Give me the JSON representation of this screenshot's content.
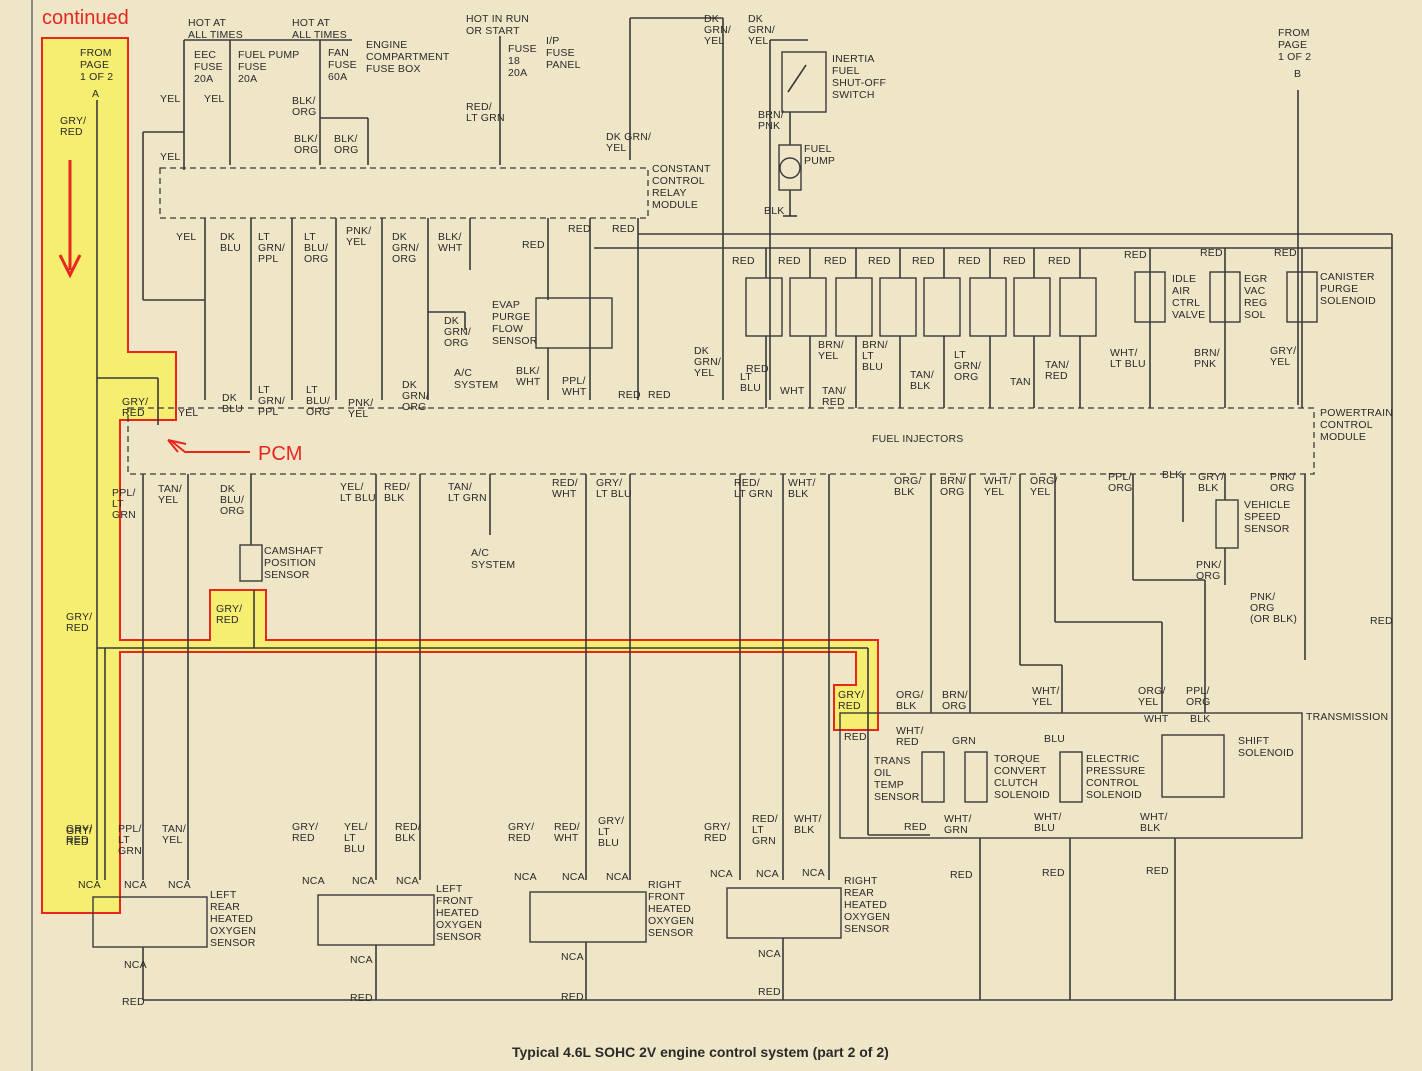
{
  "annotation": {
    "continued": "continued",
    "pcm": "PCM"
  },
  "caption": "Typical 4.6L SOHC 2V engine control system (part 2 of 2)",
  "fuse_top": {
    "hot_all_times_1": [
      "HOT AT",
      "ALL TIMES"
    ],
    "hot_all_times_2": [
      "HOT AT",
      "ALL TIMES"
    ],
    "hot_in_run": [
      "HOT IN RUN",
      "OR START"
    ],
    "eec_fuse": [
      "EEC",
      "FUSE",
      "20A"
    ],
    "fuel_pump_fuse": [
      "FUEL PUMP",
      "FUSE",
      "20A"
    ],
    "fan_fuse": [
      "FAN",
      "FUSE",
      "60A"
    ],
    "engine_box": [
      "ENGINE",
      "COMPARTMENT",
      "FUSE BOX"
    ],
    "fuse18": [
      "FUSE",
      "18",
      "20A"
    ],
    "ip_panel": [
      "I/P",
      "FUSE",
      "PANEL"
    ]
  },
  "components": {
    "from_page_a": [
      "FROM",
      "PAGE",
      "1 OF 2"
    ],
    "from_page_b": [
      "FROM",
      "PAGE",
      "1 OF 2"
    ],
    "conn_a": "A",
    "conn_b": "B",
    "inertia": [
      "INERTIA",
      "FUEL",
      "SHUT-OFF",
      "SWITCH"
    ],
    "fuel_pump": [
      "FUEL",
      "PUMP"
    ],
    "ccrm": [
      "CONSTANT",
      "CONTROL",
      "RELAY",
      "MODULE"
    ],
    "evap": [
      "EVAP",
      "PURGE",
      "FLOW",
      "SENSOR"
    ],
    "ac1": [
      "A/C",
      "SYSTEM"
    ],
    "ac2": [
      "A/C",
      "SYSTEM"
    ],
    "idle_air": [
      "IDLE",
      "AIR",
      "CTRL",
      "VALVE"
    ],
    "egr": [
      "EGR",
      "VAC",
      "REG",
      "SOL"
    ],
    "canister": [
      "CANISTER",
      "PURGE",
      "SOLENOID"
    ],
    "pcm": [
      "POWERTRAIN",
      "CONTROL",
      "MODULE"
    ],
    "fuel_injectors": "FUEL INJECTORS",
    "camshaft": [
      "CAMSHAFT",
      "POSITION",
      "SENSOR"
    ],
    "vss": [
      "VEHICLE",
      "SPEED",
      "SENSOR"
    ],
    "transmission": "TRANSMISSION",
    "trans_oil": [
      "TRANS",
      "OIL",
      "TEMP",
      "SENSOR"
    ],
    "tcc": [
      "TORQUE",
      "CONVERT",
      "CLUTCH",
      "SOLENOID"
    ],
    "epc": [
      "ELECTRIC",
      "PRESSURE",
      "CONTROL",
      "SOLENOID"
    ],
    "shift": [
      "SHIFT",
      "SOLENOID"
    ],
    "lr_o2": [
      "LEFT",
      "REAR",
      "HEATED",
      "OXYGEN",
      "SENSOR"
    ],
    "lf_o2": [
      "LEFT",
      "FRONT",
      "HEATED",
      "OXYGEN",
      "SENSOR"
    ],
    "rf_o2": [
      "RIGHT",
      "FRONT",
      "HEATED",
      "OXYGEN",
      "SENSOR"
    ],
    "rr_o2": [
      "RIGHT",
      "REAR",
      "HEATED",
      "OXYGEN",
      "SENSOR"
    ]
  },
  "wires": [
    [
      "YEL"
    ],
    [
      "YEL"
    ],
    [
      "BLK/",
      "ORG"
    ],
    [
      "BLK/",
      "ORG"
    ],
    [
      "BLK/",
      "ORG"
    ],
    [
      "YEL"
    ],
    [
      "RED/",
      "LT GRN"
    ],
    [
      "DK GRN/",
      "YEL"
    ],
    [
      "DK",
      "GRN/",
      "YEL"
    ],
    [
      "DK",
      "GRN/",
      "YEL"
    ],
    [
      "BRN/",
      "PNK"
    ],
    [
      "BLK"
    ],
    [
      "GRY/",
      "RED"
    ],
    [
      "YEL"
    ],
    [
      "DK",
      "BLU"
    ],
    [
      "LT",
      "GRN/",
      "PPL"
    ],
    [
      "LT",
      "BLU/",
      "ORG"
    ],
    [
      "PNK/",
      "YEL"
    ],
    [
      "DK",
      "GRN/",
      "ORG"
    ],
    [
      "BLK/",
      "WHT"
    ],
    [
      "RED"
    ],
    [
      "RED"
    ],
    [
      "RED"
    ],
    [
      "RED"
    ],
    [
      "DK",
      "GRN/",
      "ORG"
    ],
    [
      "BLK/",
      "WHT"
    ],
    [
      "PPL/",
      "WHT"
    ],
    [
      "GRY/",
      "RED"
    ],
    [
      "YEL"
    ],
    [
      "DK",
      "BLU"
    ],
    [
      "LT",
      "GRN/",
      "PPL"
    ],
    [
      "LT",
      "BLU/",
      "ORG"
    ],
    [
      "PNK/",
      "YEL"
    ],
    [
      "DK",
      "GRN/",
      "ORG"
    ],
    [
      "RED"
    ],
    [
      "RED"
    ],
    [
      "RED"
    ],
    [
      "RED"
    ],
    [
      "RED"
    ],
    [
      "RED"
    ],
    [
      "RED"
    ],
    [
      "RED"
    ],
    [
      "RED"
    ],
    [
      "RED"
    ],
    [
      "RED"
    ],
    [
      "RED"
    ],
    [
      "RED"
    ],
    [
      "DK",
      "GRN/",
      "YEL"
    ],
    [
      "LT",
      "BLU"
    ],
    [
      "WHT"
    ],
    [
      "BRN/",
      "YEL"
    ],
    [
      "TAN/",
      "RED"
    ],
    [
      "BRN/",
      "LT",
      "BLU"
    ],
    [
      "TAN/",
      "BLK"
    ],
    [
      "LT",
      "GRN/",
      "ORG"
    ],
    [
      "TAN"
    ],
    [
      "TAN/",
      "RED"
    ],
    [
      "WHT/",
      "LT BLU"
    ],
    [
      "BRN/",
      "PNK"
    ],
    [
      "GRY/",
      "YEL"
    ],
    [
      "PPL/",
      "LT",
      "GRN"
    ],
    [
      "TAN/",
      "YEL"
    ],
    [
      "DK",
      "BLU/",
      "ORG"
    ],
    [
      "YEL/",
      "LT BLU"
    ],
    [
      "RED/",
      "BLK"
    ],
    [
      "TAN/",
      "LT GRN"
    ],
    [
      "RED/",
      "WHT"
    ],
    [
      "GRY/",
      "LT BLU"
    ],
    [
      "RED/",
      "LT GRN"
    ],
    [
      "WHT/",
      "BLK"
    ],
    [
      "ORG/",
      "BLK"
    ],
    [
      "BRN/",
      "ORG"
    ],
    [
      "WHT/",
      "YEL"
    ],
    [
      "ORG/",
      "YEL"
    ],
    [
      "PPL/",
      "ORG"
    ],
    [
      "BLK"
    ],
    [
      "GRY/",
      "BLK"
    ],
    [
      "PNK/",
      "ORG"
    ],
    [
      "PNK/",
      "ORG"
    ],
    [
      "PNK/",
      "ORG",
      "(OR BLK)"
    ],
    [
      "RED"
    ],
    [
      "GRY/",
      "RED"
    ],
    [
      "GRY/",
      "RED"
    ],
    [
      "GRY/",
      "RED"
    ],
    [
      "GRY/",
      "RED"
    ],
    [
      "RED"
    ],
    [
      "ORG/",
      "BLK"
    ],
    [
      "BRN/",
      "ORG"
    ],
    [
      "WHT/",
      "YEL"
    ],
    [
      "ORG/",
      "YEL"
    ],
    [
      "PPL/",
      "ORG"
    ],
    [
      "WHT/",
      "RED"
    ],
    [
      "GRN"
    ],
    [
      "BLU"
    ],
    [
      "WHT"
    ],
    [
      "BLK"
    ],
    [
      "RED"
    ],
    [
      "WHT/",
      "GRN"
    ],
    [
      "WHT/",
      "BLU"
    ],
    [
      "WHT/",
      "BLK"
    ],
    [
      "GRY/",
      "RED"
    ],
    [
      "PPL/",
      "LT",
      "GRN"
    ],
    [
      "TAN/",
      "YEL"
    ],
    [
      "GRY/",
      "RED"
    ],
    [
      "YEL/",
      "LT",
      "BLU"
    ],
    [
      "RED/",
      "BLK"
    ],
    [
      "GRY/",
      "RED"
    ],
    [
      "RED/",
      "WHT"
    ],
    [
      "GRY/",
      "LT",
      "BLU"
    ],
    [
      "GRY/",
      "RED"
    ],
    [
      "RED/",
      "LT",
      "GRN"
    ],
    [
      "WHT/",
      "BLK"
    ],
    [
      "RED"
    ],
    [
      "RED"
    ],
    [
      "RED"
    ],
    [
      "NCA"
    ],
    [
      "NCA"
    ],
    [
      "NCA"
    ],
    [
      "NCA"
    ],
    [
      "NCA"
    ],
    [
      "NCA"
    ],
    [
      "NCA"
    ],
    [
      "NCA"
    ],
    [
      "NCA"
    ],
    [
      "NCA"
    ],
    [
      "NCA"
    ],
    [
      "NCA"
    ],
    [
      "NCA"
    ],
    [
      "NCA"
    ],
    [
      "NCA"
    ],
    [
      "NCA"
    ],
    [
      "RED"
    ],
    [
      "RED"
    ],
    [
      "RED"
    ],
    [
      "RED"
    ]
  ]
}
